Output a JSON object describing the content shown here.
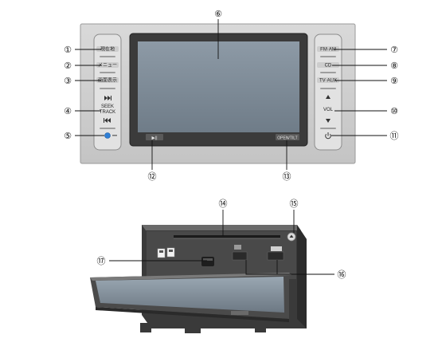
{
  "front_panel": {
    "left_buttons": {
      "b1": "現在地",
      "b2": "メニュー",
      "b3": "画面表示",
      "seek_line1": "SEEK",
      "seek_line2": "TRACK",
      "skip_next_icon": "skip-forward-icon",
      "skip_prev_icon": "skip-back-icon",
      "bottom_icon": "blue-circle-icon"
    },
    "right_buttons": {
      "b7": "FM·AM",
      "b8": "CD",
      "b9": "TV·AUX",
      "vol": "VOL",
      "vol_up_icon": "triangle-up-icon",
      "vol_down_icon": "triangle-down-icon",
      "power_icon": "power-icon"
    },
    "bottom_left_button": "▶||",
    "bottom_right_button": "OPEN/TILT"
  },
  "callouts": {
    "c1": "①",
    "c2": "②",
    "c3": "③",
    "c4": "④",
    "c5": "⑤",
    "c6": "⑥",
    "c7": "⑦",
    "c8": "⑧",
    "c9": "⑨",
    "c10": "⑩",
    "c11": "⑪",
    "c12": "⑫",
    "c13": "⑬",
    "c14": "⑭",
    "c15": "⑮",
    "c16": "⑯",
    "c17": "⑰"
  },
  "colors": {
    "panel": "#cfcfcf",
    "screen": "#7f8d99",
    "body_dark": "#3a3a3a",
    "accent_blue": "#2f7fd6"
  }
}
